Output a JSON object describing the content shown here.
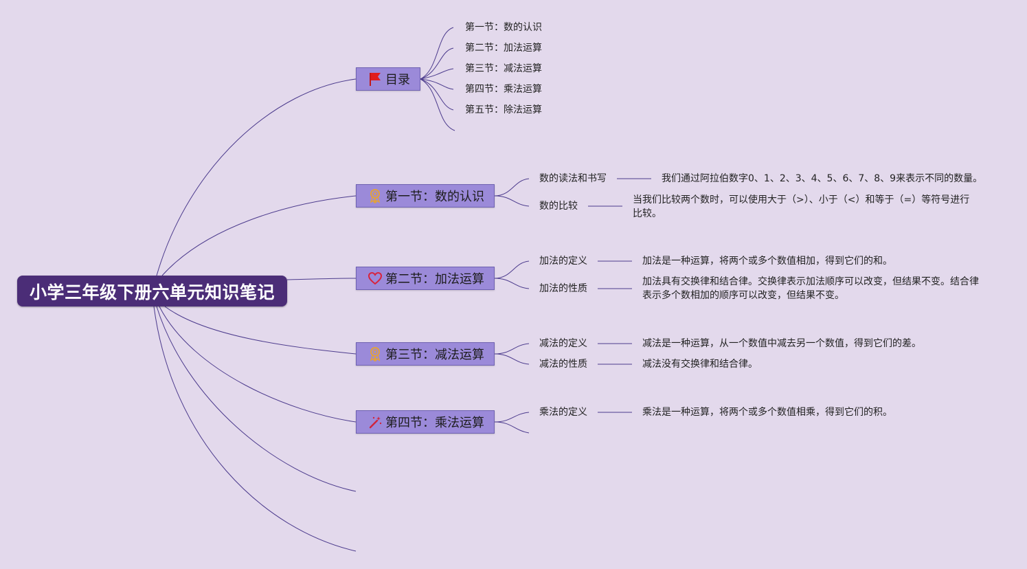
{
  "root": {
    "title": "小学三年级下册六单元知识笔记"
  },
  "toc": {
    "label": "目录",
    "icon": "red-flag-icon",
    "items": [
      "第一节：数的认识",
      "第二节：加法运算",
      "第三节：减法运算",
      "第四节：乘法运算",
      "第五节：除法运算"
    ]
  },
  "sections": [
    {
      "label": "第一节：数的认识",
      "icon": "award-icon",
      "topics": [
        {
          "name": "数的读法和书写",
          "detail": "我们通过阿拉伯数字0、1、2、3、4、5、6、7、8、9来表示不同的数量。"
        },
        {
          "name": "数的比较",
          "detail": "当我们比较两个数时，可以使用大于（>）、小于（<）和等于（=）等符号进行比较。"
        }
      ]
    },
    {
      "label": "第二节：加法运算",
      "icon": "heart-icon",
      "topics": [
        {
          "name": "加法的定义",
          "detail": "加法是一种运算，将两个或多个数值相加，得到它们的和。"
        },
        {
          "name": "加法的性质",
          "detail": "加法具有交换律和结合律。交换律表示加法顺序可以改变，但结果不变。结合律表示多个数相加的顺序可以改变，但结果不变。"
        }
      ]
    },
    {
      "label": "第三节：减法运算",
      "icon": "award-icon",
      "topics": [
        {
          "name": "减法的定义",
          "detail": "减法是一种运算，从一个数值中减去另一个数值，得到它们的差。"
        },
        {
          "name": "减法的性质",
          "detail": "减法没有交换律和结合律。"
        }
      ]
    },
    {
      "label": "第四节：乘法运算",
      "icon": "magic-wand-icon",
      "topics": [
        {
          "name": "乘法的定义",
          "detail": "乘法是一种运算，将两个或多个数值相乘，得到它们的积。"
        }
      ]
    }
  ],
  "colors": {
    "background": "#e3d9ec",
    "root": "#4b2d77",
    "branch": "#9b8ad9",
    "connector": "#4b3a8c"
  }
}
